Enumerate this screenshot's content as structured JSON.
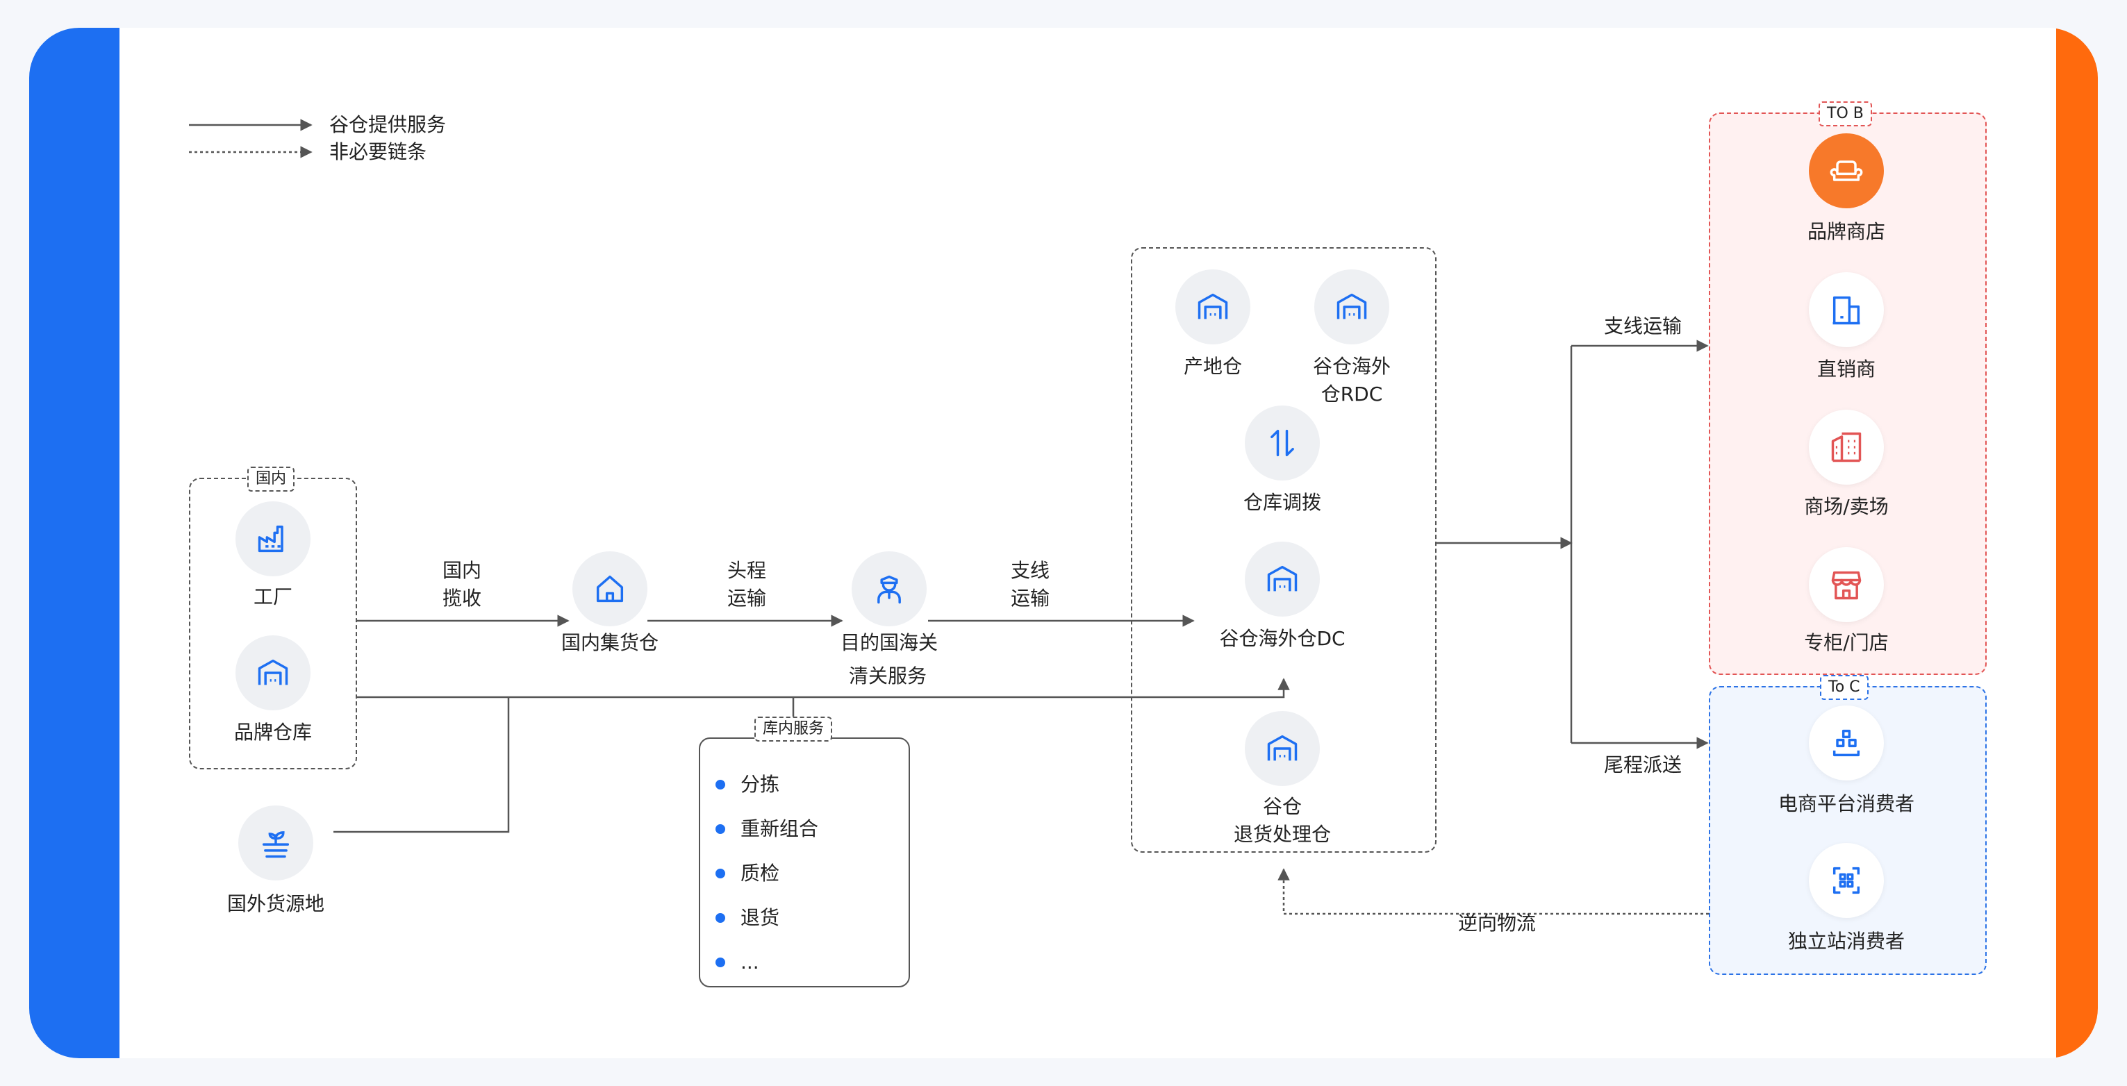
{
  "legend": {
    "solid": "谷仓提供服务",
    "dotted": "非必要链条"
  },
  "domestic": {
    "tag": "国内",
    "factory": "工厂",
    "brand_warehouse": "品牌仓库"
  },
  "overseas_source": "国外货源地",
  "steps": {
    "domestic_pickup": "国内\n揽收",
    "consolidation": "国内集货仓",
    "first_leg": "头程\n运输",
    "customs": "目的国海关",
    "branch_line": "支线\n运输",
    "clearance": "清关服务"
  },
  "warehouse_services": {
    "tag": "库内服务",
    "items": [
      "分拣",
      "重新组合",
      "质检",
      "退货",
      "..."
    ]
  },
  "overseas": {
    "origin_warehouse": "产地仓",
    "rdc": "谷仓海外\n仓RDC",
    "transfer": "仓库调拨",
    "dc": "谷仓海外仓DC",
    "returns": "谷仓\n退货处理仓"
  },
  "routes": {
    "branch_transport": "支线运输",
    "last_mile": "尾程派送",
    "reverse_logistics": "逆向物流"
  },
  "to_b": {
    "tag": "TO B",
    "items": [
      "品牌商店",
      "直销商",
      "商场/卖场",
      "专柜/门店"
    ]
  },
  "to_c": {
    "tag": "To C",
    "items": [
      "电商平台消费者",
      "独立站消费者"
    ]
  },
  "colors": {
    "blue": "#1d6ff2",
    "orange": "#ff6a0d",
    "red": "#e25555"
  }
}
